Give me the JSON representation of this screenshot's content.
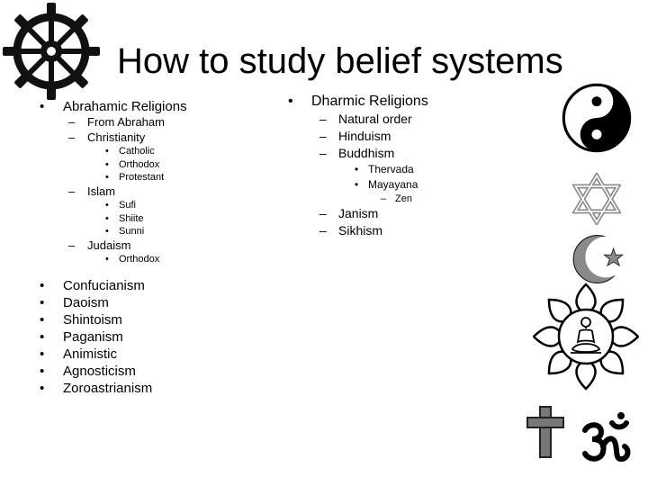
{
  "title": "How to study belief systems",
  "left_column": {
    "abrahamic": {
      "label": "Abrahamic Religions",
      "from_abraham": "From Abraham",
      "christianity": "Christianity",
      "christianity_items": [
        "Catholic",
        "Orthodox",
        "Protestant"
      ],
      "islam": "Islam",
      "islam_items": [
        "Sufi",
        "Shiite",
        "Sunni"
      ],
      "judaism": "Judaism",
      "judaism_items": [
        "Orthodox"
      ]
    },
    "others": [
      "Confucianism",
      "Daoism",
      "Shintoism",
      "Paganism",
      "Animistic",
      "Agnosticism",
      "Zoroastrianism"
    ]
  },
  "right_column": {
    "dharmic": {
      "label": "Dharmic Religions",
      "natural_order": "Natural order",
      "hinduism": "Hinduism",
      "buddhism": "Buddhism",
      "buddhism_items": [
        "Thervada",
        "Mayayana"
      ],
      "mayayana_items": [
        "Zen"
      ],
      "janism": "Janism",
      "sikhism": "Sikhism"
    }
  },
  "symbols": {
    "wheel": "dharma-wheel-icon",
    "yinyang": "yin-yang-icon",
    "star": "star-of-david-icon",
    "crescent": "star-and-crescent-icon",
    "lotus": "lotus-buddha-icon",
    "cross": "cross-icon",
    "om": "om-icon"
  }
}
